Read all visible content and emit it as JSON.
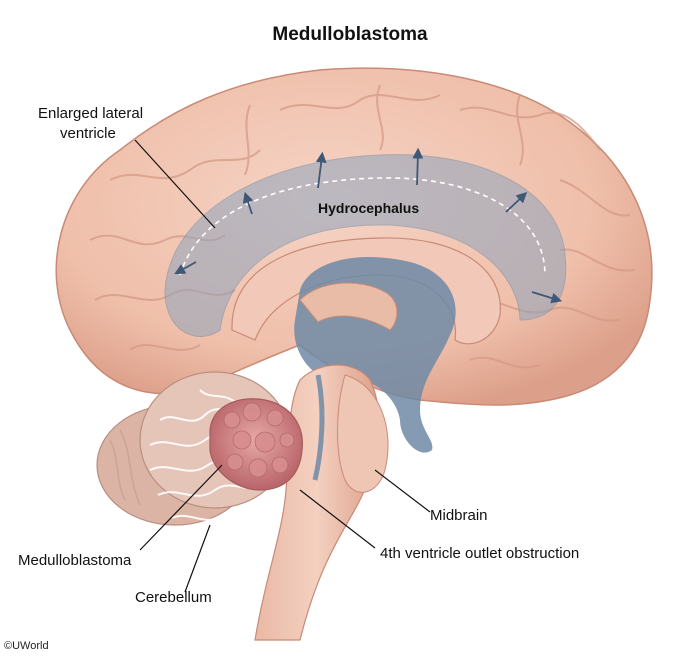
{
  "title": "Medulloblastoma",
  "labels": {
    "enlarged_lateral_line1": "Enlarged lateral",
    "enlarged_lateral_line2": "ventricle",
    "hydrocephalus": "Hydrocephalus",
    "midbrain": "Midbrain",
    "outlet_obstruction": "4th ventricle outlet obstruction",
    "medulloblastoma": "Medulloblastoma",
    "cerebellum": "Cerebellum"
  },
  "copyright": "©UWorld",
  "colors": {
    "cortex": "#f0c2ae",
    "cortex_dark": "#d99a84",
    "ventricle": "#6f8aa6",
    "ventricle_light": "#9fb3c7",
    "tumor": "#c9787a",
    "brainstem": "#e8b7a3",
    "cerebellum": "#e2c0b4",
    "arrow": "#3f5878"
  }
}
